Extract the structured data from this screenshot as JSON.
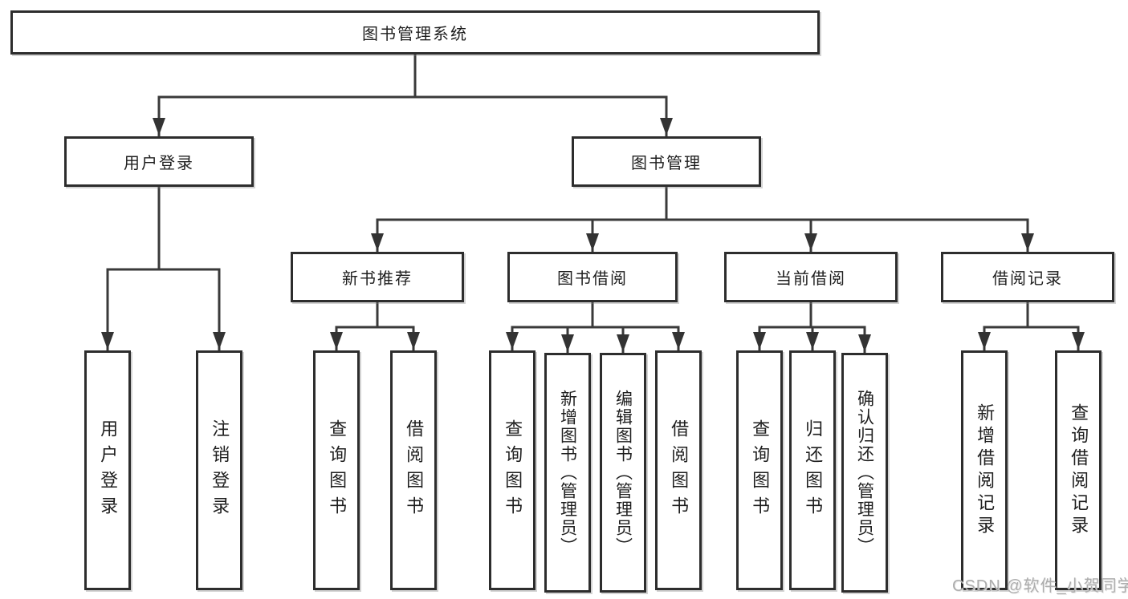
{
  "diagram": {
    "type": "tree",
    "root": {
      "label": "图书管理系统",
      "children": [
        {
          "label": "用户登录",
          "children": [
            {
              "label": "用户登录"
            },
            {
              "label": "注销登录"
            }
          ]
        },
        {
          "label": "图书管理",
          "children": [
            {
              "label": "新书推荐",
              "children": [
                {
                  "label": "查询图书"
                },
                {
                  "label": "借阅图书"
                }
              ]
            },
            {
              "label": "图书借阅",
              "children": [
                {
                  "label": "查询图书"
                },
                {
                  "label": "新增图书（管理员）"
                },
                {
                  "label": "编辑图书（管理员）"
                },
                {
                  "label": "借阅图书"
                }
              ]
            },
            {
              "label": "当前借阅",
              "children": [
                {
                  "label": "查询图书"
                },
                {
                  "label": "归还图书"
                },
                {
                  "label": "确认归还（管理员）"
                }
              ]
            },
            {
              "label": "借阅记录",
              "children": [
                {
                  "label": "新增借阅记录"
                },
                {
                  "label": "查询借阅记录"
                }
              ]
            }
          ]
        }
      ]
    },
    "colors": {
      "connector_line": "#3a3a3a",
      "box_border": "#2d2d2d",
      "text": "#1e1e1e",
      "background": "#ffffff",
      "watermark": "#adadad"
    }
  },
  "watermark": {
    "text": "CSDN @软件_小贺同学"
  }
}
